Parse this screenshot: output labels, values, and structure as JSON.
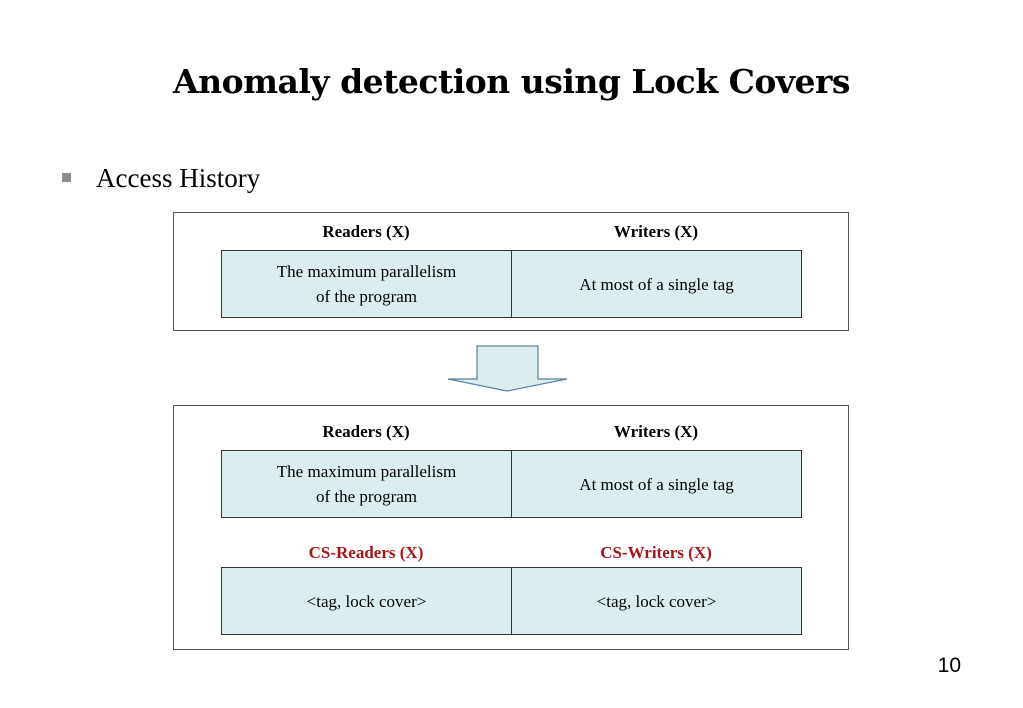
{
  "slide": {
    "title": "Anomaly detection using Lock Covers",
    "bullet": "Access History",
    "page_number": "10"
  },
  "top_table": {
    "headers": [
      "Readers (X)",
      "Writers (X)"
    ],
    "cells": [
      "The maximum parallelism\nof the program",
      "At most of a single tag"
    ]
  },
  "bottom_table": {
    "headers": [
      "Readers (X)",
      "Writers (X)"
    ],
    "cells": [
      "The maximum parallelism\nof the program",
      "At most of a single tag"
    ],
    "cs_headers": [
      "CS-Readers (X)",
      "CS-Writers (X)"
    ],
    "cs_cells": [
      "<tag, lock cover>",
      "<tag, lock cover>"
    ]
  },
  "colors": {
    "cell_fill": "#dcedf0",
    "cs_header": "#a6151a",
    "arrow_fill": "#dcedf0"
  }
}
